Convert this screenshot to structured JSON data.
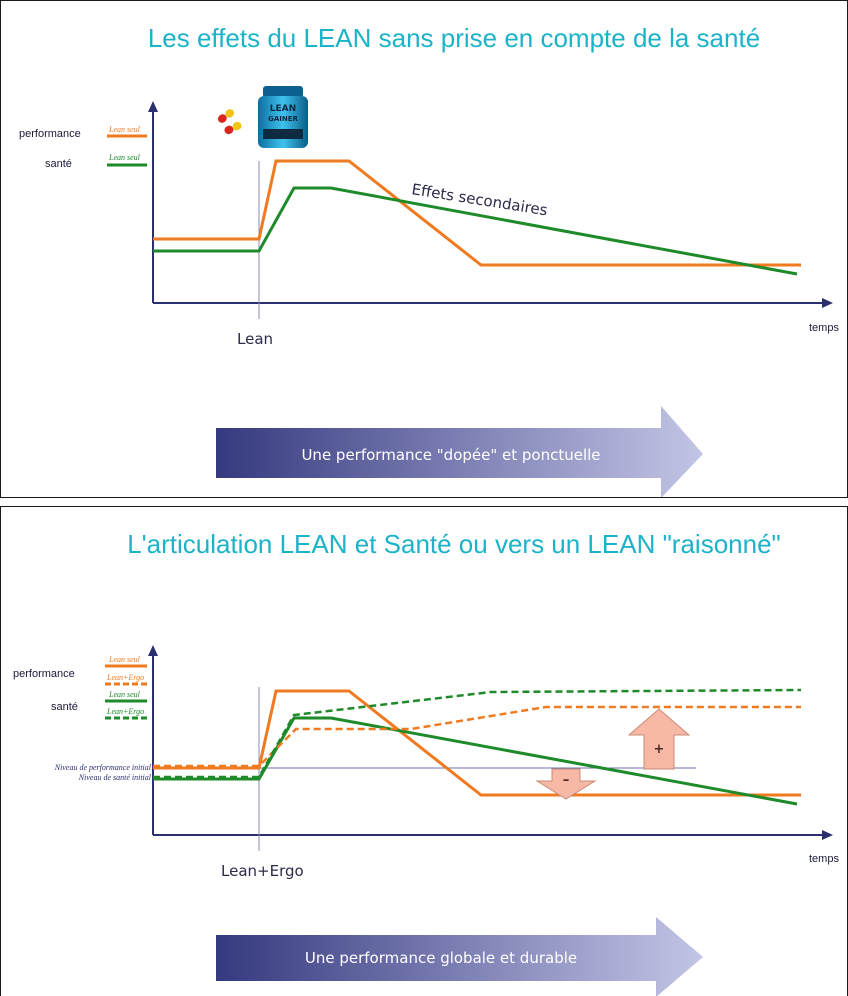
{
  "top": {
    "title": "Les effets du LEAN sans prise en compte de la santé",
    "legend": {
      "performance": "performance",
      "sante": "santé",
      "lean_seul_perf": "Lean seul",
      "lean_seul_sante": "Lean seul"
    },
    "event_label": "Lean",
    "x_axis_label": "temps",
    "annotation": "Effets secondaires",
    "bottom_arrow": "Une performance \"dopée\" et ponctuelle",
    "product_label_1": "LEAN",
    "product_label_2": "GAINER"
  },
  "bottom": {
    "title": "L'articulation LEAN et Santé ou vers un LEAN \"raisonné\"",
    "legend": {
      "performance": "performance",
      "sante": "santé",
      "lean_seul_perf": "Lean seul",
      "lean_ergo_perf": "Lean+Ergo",
      "lean_seul_sante": "Lean seul",
      "lean_ergo_sante": "Lean+Ergo"
    },
    "initial_perf": "Niveau de performance initial",
    "initial_sante": "Niveau de santé initial",
    "event_label": "Lean+Ergo",
    "x_axis_label": "temps",
    "plus_sign": "+",
    "minus_sign": "–",
    "bottom_arrow": "Une performance globale et durable"
  },
  "colors": {
    "performance": "#f07a1f",
    "sante": "#1e8a2a",
    "axis": "#2c2f6e",
    "title": "#1cb3c9",
    "arrow_gradient_start": "#3b3f8a",
    "arrow_gradient_end": "#b6b9de",
    "updown_fill": "#f7b8a6"
  }
}
